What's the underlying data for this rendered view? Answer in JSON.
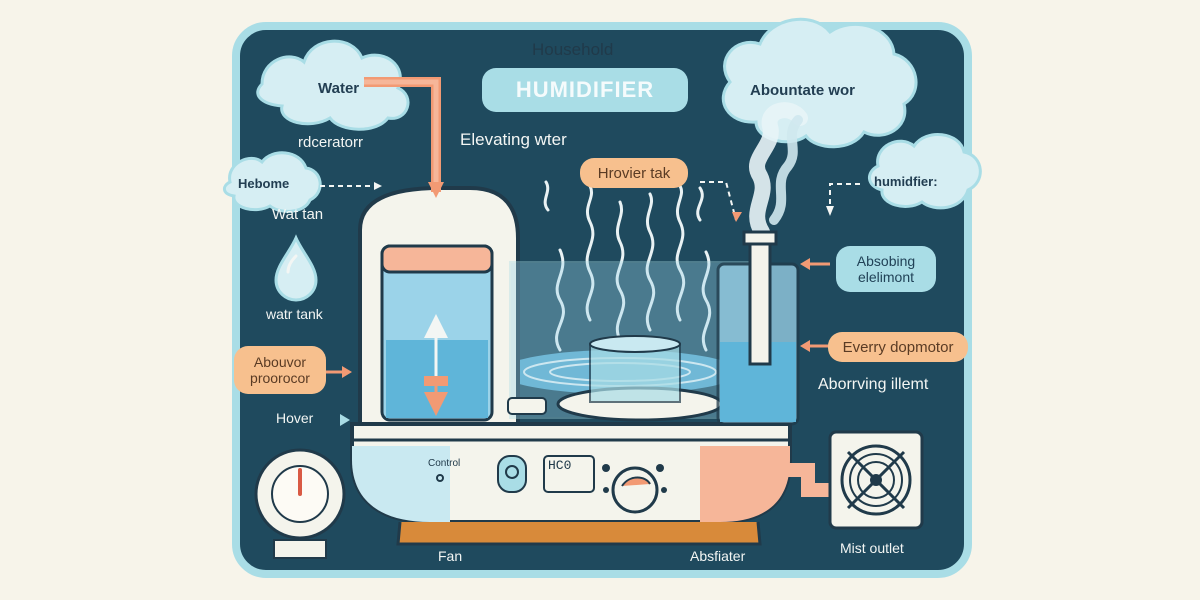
{
  "title": {
    "top": "Household",
    "main": "HUMIDIFIER"
  },
  "labels": {
    "water": "Water",
    "rdcerator": "rdceratorr",
    "elevating": "Elevating wter",
    "hebome": "Hebome",
    "wat_tan": "Wat tan",
    "watr_tank": "watr tank",
    "abouvor_line1": "Abouvor",
    "abouvor_line2": "proorocor",
    "hover": "Hover",
    "hrovier_tak": "Hrovier tak",
    "aboundate": "Abountate wor",
    "humidifier_cloud": "humidfier:",
    "absobing_line1": "Absobing",
    "absobing_line2": "elelimont",
    "everry": "Everry dopmotor",
    "aborrving": "Aborrving illemt",
    "control": "Control",
    "display": "HC0",
    "fan": "Fan",
    "absfiater": "Absfiater",
    "mist_outlet": "Mist outlet"
  },
  "colors": {
    "background": "#f7f4ea",
    "panel": "#1f4a5e",
    "panel_border": "#a9dde6",
    "accent_orange": "#f29a74",
    "water_blue": "#5fb5d9",
    "cloud": "#d6eef3"
  },
  "icons": [
    "water-drop-icon",
    "thermostat-icon",
    "fan-icon",
    "steam-icon",
    "cloud-icon",
    "arrow-icon"
  ]
}
